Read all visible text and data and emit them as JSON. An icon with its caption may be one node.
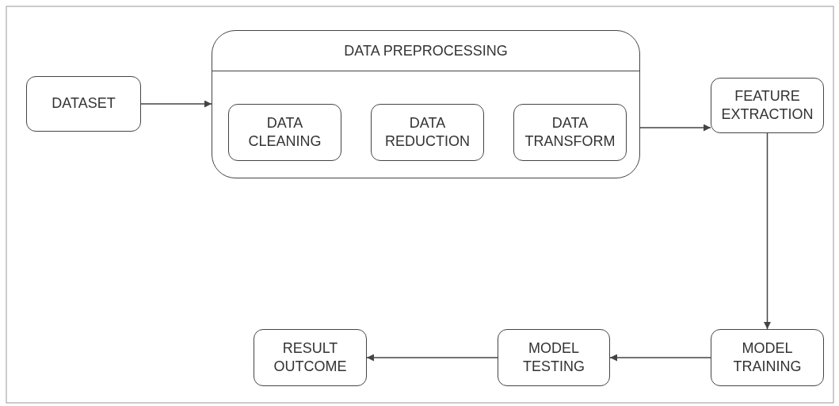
{
  "diagram": {
    "nodes": [
      {
        "text": [
          "DATASET"
        ]
      },
      {
        "text": [
          "DATA PREPROCESSING"
        ]
      },
      {
        "text": [
          "DATA CLEANING"
        ],
        "in": 1
      },
      {
        "text": [
          "DATA REDUCTION"
        ],
        "in": 1
      },
      {
        "text": [
          "DATA TRANSFORM"
        ],
        "in": 1
      },
      {
        "text": [
          "FEATURE EXTRACTION"
        ]
      },
      {
        "text": [
          "MODEL TRAINING"
        ]
      },
      {
        "text": [
          "MODEL TESTING"
        ]
      },
      {
        "text": [
          "RESULT OUTCOME"
        ]
      }
    ],
    "edges": [
      {
        "from": 0,
        "to": 1,
        "arrow": "to"
      },
      {
        "from": 1,
        "to": 5,
        "arrow": "to"
      },
      {
        "from": 5,
        "to": 6,
        "arrow": "to"
      },
      {
        "from": 6,
        "to": 7,
        "arrow": "to"
      },
      {
        "from": 7,
        "to": 8,
        "arrow": "to"
      }
    ]
  }
}
